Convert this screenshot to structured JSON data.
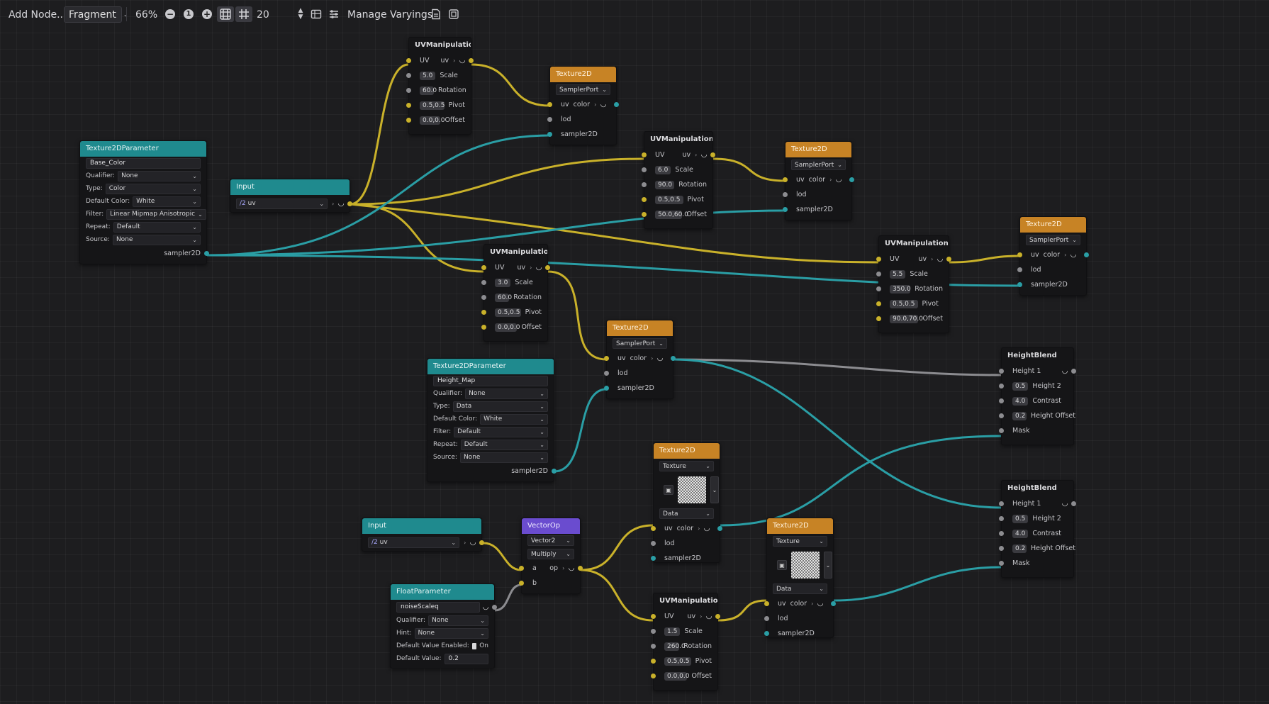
{
  "toolbar": {
    "add_node_label": "Add Node...",
    "mode_value": "Fragment",
    "zoom_label": "66%",
    "zoom_reset_label": "1",
    "snap_distance": "20",
    "manage_varyings_label": "Manage Varyings"
  },
  "colors": {
    "wire_vec": "#c9b12a",
    "wire_sampler": "#2a9ea5",
    "wire_float": "#8c8c90",
    "title_teal": "#1f8a8e",
    "title_orange": "#c78325",
    "title_purple": "#6a4ccf"
  },
  "icons": [
    "zoom-out-icon",
    "zoom-in-icon",
    "grid-icon",
    "snap-grid-icon",
    "minimap-icon",
    "arrange-icon",
    "script-icon",
    "preview-icon"
  ],
  "nodes": {
    "uvm1": {
      "title": "UVManipulation",
      "in": "UV",
      "out": "uv",
      "scale": "5.0",
      "rotation": "60.0",
      "pivot": "0.5,0.5",
      "offset": "0.0,0.0"
    },
    "uvm2": {
      "title": "UVManipulation",
      "in": "UV",
      "out": "uv",
      "scale": "6.0",
      "rotation": "90.0",
      "pivot": "0.5,0.5",
      "offset": "50.0,60.0"
    },
    "uvm3": {
      "title": "UVManipulation",
      "in": "UV",
      "out": "uv",
      "scale": "3.0",
      "rotation": "60.0",
      "pivot": "0.5,0.5",
      "offset": "0.0,0.0"
    },
    "uvm4": {
      "title": "UVManipulation",
      "in": "UV",
      "out": "uv",
      "scale": "5.5",
      "rotation": "350.0",
      "pivot": "0.5,0.5",
      "offset": "90.0,70.0"
    },
    "uvm5": {
      "title": "UVManipulation",
      "in": "UV",
      "out": "uv",
      "scale": "1.5",
      "rotation": "260.0",
      "pivot": "0.5,0.5",
      "offset": "0.0,0.0"
    },
    "tex1": {
      "title": "Texture2D",
      "source": "SamplerPort",
      "uv": "uv",
      "color": "color",
      "lod": "lod",
      "sampler": "sampler2D"
    },
    "tex2": {
      "title": "Texture2D",
      "source": "SamplerPort",
      "uv": "uv",
      "color": "color",
      "lod": "lod",
      "sampler": "sampler2D"
    },
    "tex3": {
      "title": "Texture2D",
      "source": "SamplerPort",
      "uv": "uv",
      "color": "color",
      "lod": "lod",
      "sampler": "sampler2D"
    },
    "tex4": {
      "title": "Texture2D",
      "source": "SamplerPort",
      "uv": "uv",
      "color": "color",
      "lod": "lod",
      "sampler": "sampler2D"
    },
    "tex5": {
      "title": "Texture2D",
      "source": "Texture",
      "type": "Data",
      "uv": "uv",
      "color": "color",
      "lod": "lod",
      "sampler": "sampler2D"
    },
    "tex6": {
      "title": "Texture2D",
      "source": "Texture",
      "type": "Data",
      "uv": "uv",
      "color": "color",
      "lod": "lod",
      "sampler": "sampler2D"
    },
    "tp1": {
      "title": "Texture2DParameter",
      "name": "Base_Color",
      "qualifier_label": "Qualifier:",
      "qualifier": "None",
      "type_label": "Type:",
      "type": "Color",
      "default_color_label": "Default Color:",
      "default_color": "White",
      "filter_label": "Filter:",
      "filter": "Linear Mipmap Anisotropic",
      "repeat_label": "Repeat:",
      "repeat": "Default",
      "source_label": "Source:",
      "source": "None",
      "out": "sampler2D"
    },
    "tp2": {
      "title": "Texture2DParameter",
      "name": "Height_Map",
      "qualifier_label": "Qualifier:",
      "qualifier": "None",
      "type_label": "Type:",
      "type": "Data",
      "default_color_label": "Default Color:",
      "default_color": "White",
      "filter_label": "Filter:",
      "filter": "Default",
      "repeat_label": "Repeat:",
      "repeat": "Default",
      "source_label": "Source:",
      "source": "None",
      "out": "sampler2D"
    },
    "in1": {
      "title": "Input",
      "value": "uv",
      "value_icon": "∕2"
    },
    "in2": {
      "title": "Input",
      "value": "uv",
      "value_icon": "∕2"
    },
    "vop": {
      "title": "VectorOp",
      "type": "Vector2",
      "op_sel": "Multiply",
      "a": "a",
      "op": "op",
      "b": "b"
    },
    "fp": {
      "title": "FloatParameter",
      "name": "noiseScaleq",
      "qualifier_label": "Qualifier:",
      "qualifier": "None",
      "hint_label": "Hint:",
      "hint": "None",
      "dve_label": "Default Value Enabled:",
      "dve_value": "On",
      "dv_label": "Default Value:",
      "dv_value": "0.2"
    },
    "hb1": {
      "title": "HeightBlend",
      "h1": "Height 1",
      "h2": "Height 2",
      "h2v": "0.5",
      "contrast": "Contrast",
      "cv": "4.0",
      "offset": "Height Offset",
      "ov": "0.2",
      "mask": "Mask"
    },
    "hb2": {
      "title": "HeightBlend",
      "h1": "Height 1",
      "h2": "Height 2",
      "h2v": "0.5",
      "contrast": "Contrast",
      "cv": "4.0",
      "offset": "Height Offset",
      "ov": "0.2",
      "mask": "Mask"
    }
  },
  "labels": {
    "scale": "Scale",
    "rotation": "Rotation",
    "pivot": "Pivot",
    "offset": "Offset"
  }
}
